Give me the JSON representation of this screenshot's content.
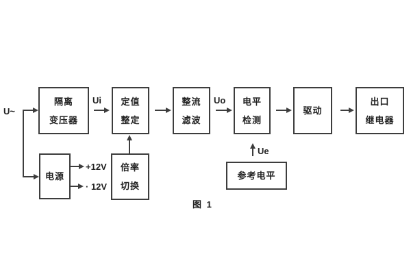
{
  "figure": {
    "caption": "图 1"
  },
  "blocks": {
    "isolation_transformer": {
      "line1": "隔离",
      "line2": "变压器"
    },
    "setting_adjustment": {
      "line1": "定值",
      "line2": "整定"
    },
    "rectifier_filter": {
      "line1": "整流",
      "line2": "滤波"
    },
    "level_detection": {
      "line1": "电平",
      "line2": "检测"
    },
    "drive": {
      "label": "驱动"
    },
    "output_relay": {
      "line1": "出口",
      "line2": "继电器"
    },
    "power_supply": {
      "label": "电源"
    },
    "multiplier_switch": {
      "line1": "倍率",
      "line2": "切换"
    },
    "reference_level": {
      "label": "参考电平"
    }
  },
  "signals": {
    "ac_input": "U~",
    "ui": "Ui",
    "uo": "Uo",
    "ue": "Ue",
    "rail_positive": "+12V",
    "rail_negative": "· 12V"
  },
  "colors": {
    "line": "#3d3d3d",
    "text": "#222222",
    "background": "#ffffff"
  }
}
